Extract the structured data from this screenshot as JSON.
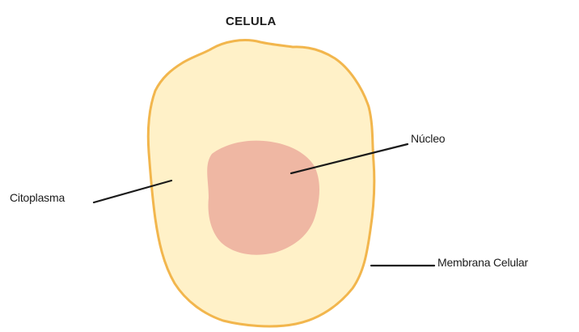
{
  "title": "CELULA",
  "labels": {
    "nucleus": "Núcleo",
    "cytoplasm": "Citoplasma",
    "membrane": "Membrana Celular"
  },
  "colors": {
    "cytoplasm_fill": "#fff1c8",
    "membrane_stroke": "#f2b64d",
    "nucleus_fill": "#efb7a3",
    "leader_line": "#1a1a1a"
  }
}
